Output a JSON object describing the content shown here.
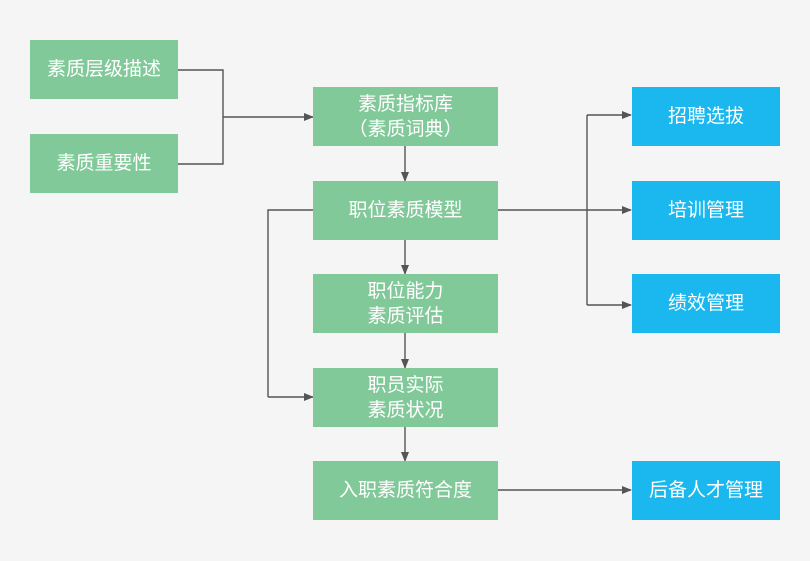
{
  "nodes": {
    "level_description": {
      "lines": [
        "素质层级描述"
      ]
    },
    "importance": {
      "lines": [
        "素质重要性"
      ]
    },
    "indicator_library": {
      "lines": [
        "素质指标库",
        "（素质词典）"
      ]
    },
    "position_model": {
      "lines": [
        "职位素质模型"
      ]
    },
    "ability_evaluation": {
      "lines": [
        "职位能力",
        "素质评估"
      ]
    },
    "employee_status": {
      "lines": [
        "职员实际",
        "素质状况"
      ]
    },
    "fit_degree": {
      "lines": [
        "入职素质符合度"
      ]
    },
    "recruitment": {
      "lines": [
        "招聘选拔"
      ]
    },
    "training": {
      "lines": [
        "培训管理"
      ]
    },
    "performance": {
      "lines": [
        "绩效管理"
      ]
    },
    "succession": {
      "lines": [
        "后备人才管理"
      ]
    }
  },
  "colors": {
    "background": "#f5f5f5",
    "process_box": "#82c99a",
    "application_box": "#1ab8ee",
    "connector": "#555555",
    "text": "#ffffff"
  }
}
